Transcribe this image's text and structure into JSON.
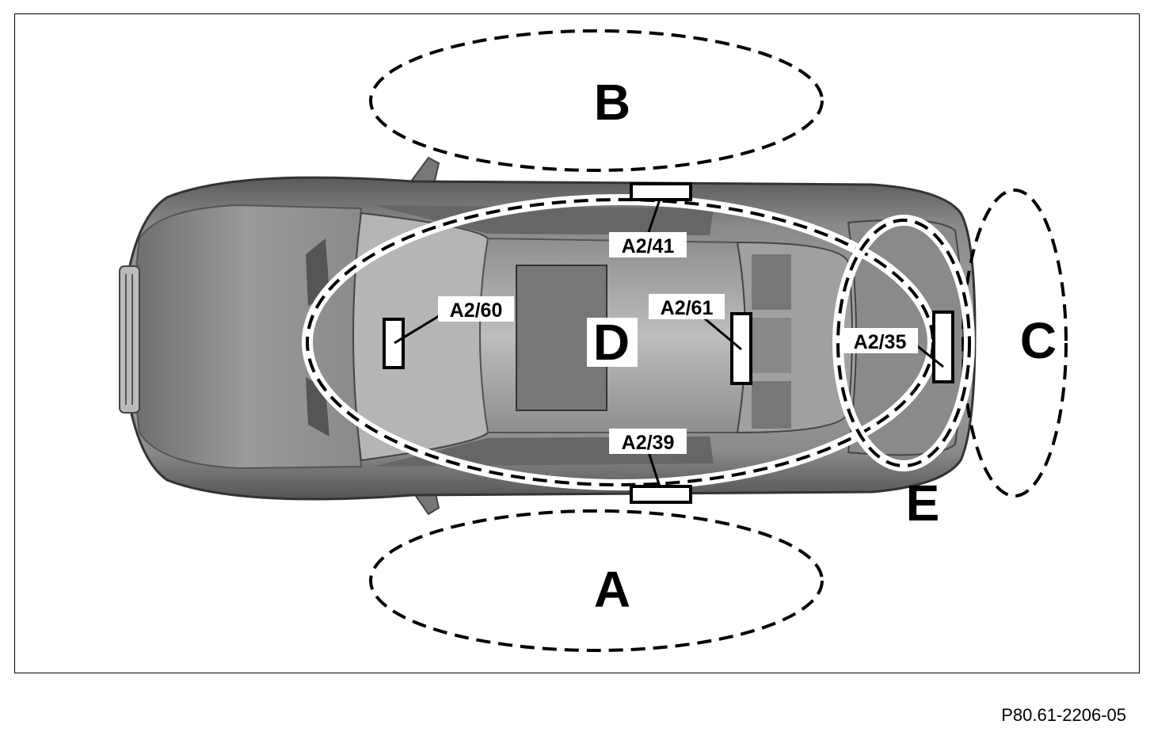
{
  "zones": {
    "a": "A",
    "b": "B",
    "c": "C",
    "d": "D",
    "e": "E"
  },
  "components": {
    "a2_41": "A2/41",
    "a2_39": "A2/39",
    "a2_60": "A2/60",
    "a2_61": "A2/61",
    "a2_35": "A2/35"
  },
  "figure_ref": "P80.61-2206-05"
}
